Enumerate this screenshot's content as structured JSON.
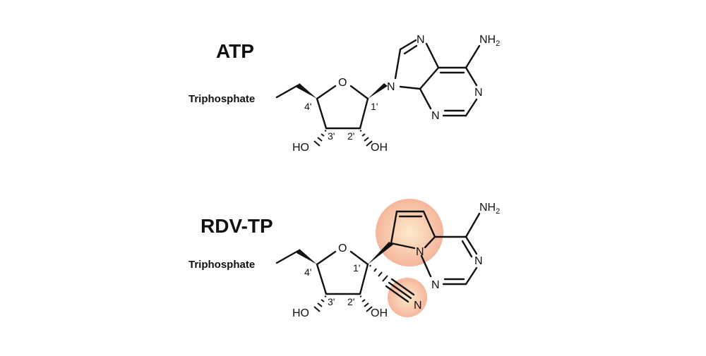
{
  "atp": {
    "title": "ATP",
    "substituent": "Triphosphate",
    "ring_o": "O",
    "pos_4": "4'",
    "pos_1": "1'",
    "pos_3": "3'",
    "pos_2": "2'",
    "ho": "HO",
    "oh": "OH",
    "base": {
      "n7": "N",
      "n9": "N",
      "n1": "N",
      "n3": "N",
      "nh2": "NH",
      "sub2": "2"
    }
  },
  "rdv": {
    "title": "RDV-TP",
    "substituent": "Triphosphate",
    "ring_o": "O",
    "pos_4": "4'",
    "pos_1": "1'",
    "pos_3": "3'",
    "pos_2": "2'",
    "ho": "HO",
    "oh": "OH",
    "cn_n": "N",
    "base": {
      "n_pyrrole": "N",
      "n_a": "N",
      "n_b": "N",
      "nh2": "NH",
      "sub2": "2"
    }
  },
  "highlight_color": "#f3a98a"
}
